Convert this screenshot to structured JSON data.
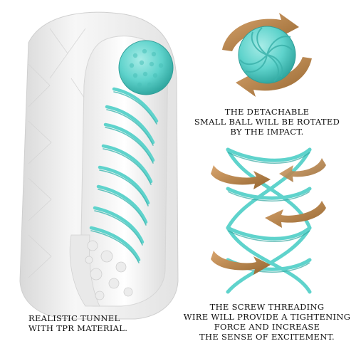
{
  "captions": {
    "ball": [
      "THE DETACHABLE",
      "SMALL BALL WILL BE ROTATED",
      "BY THE IMPACT."
    ],
    "tunnel": [
      "REALISTIC TUNNEL",
      "WITH TPR MATERIAL."
    ],
    "screw": [
      "THE SCREW THREADING",
      "WIRE WILL PROVIDE A TIGHTENING",
      "FORCE AND INCREASE",
      "THE SENSE OF EXCITEMENT."
    ]
  },
  "colors": {
    "accent_teal": "#5fd3cc",
    "teal_dark": "#3fb7b0",
    "arrow_bronze": "#b8834f",
    "sleeve_white": "#f1f1f1"
  }
}
